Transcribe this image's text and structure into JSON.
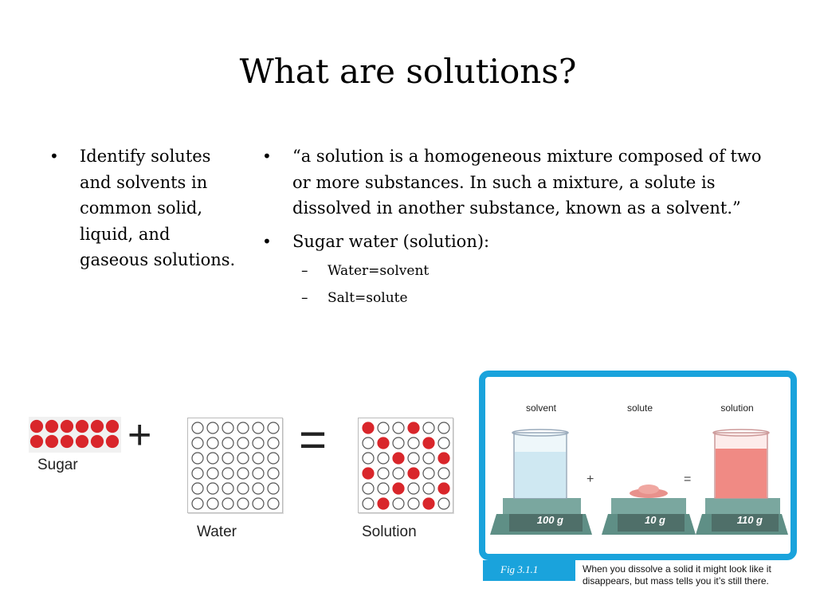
{
  "title": "What are solutions?",
  "left_bullet": "Identify solutes and solvents in common solid, liquid, and gaseous solutions.",
  "right_bullets": [
    "“a solution is a homogeneous mixture composed of two or more substances. In such a mixture, a solute is dissolved in another substance, known as a solvent.”",
    "Sugar water (solution):"
  ],
  "sub_bullets": [
    "Water=solvent",
    "Salt=solute"
  ],
  "diagram": {
    "sugar_label": "Sugar",
    "water_label": "Water",
    "solution_label": "Solution",
    "plus": "+",
    "equals": "="
  },
  "figure": {
    "labels": [
      "solvent",
      "solute",
      "solution"
    ],
    "readings": [
      "100 g",
      "10 g",
      "110 g"
    ],
    "plus": "+",
    "equals": "=",
    "fig_number": "Fig 3.1.1",
    "caption": "When you dissolve a solid it might look like it disappears, but mass tells you it’s still there."
  },
  "colors": {
    "accent": "#1aa3dc",
    "particle_red": "#d9262b",
    "solution_pink": "#f08a84",
    "water_blue": "#cfe8f2",
    "scale_green": "#5f8f86"
  }
}
